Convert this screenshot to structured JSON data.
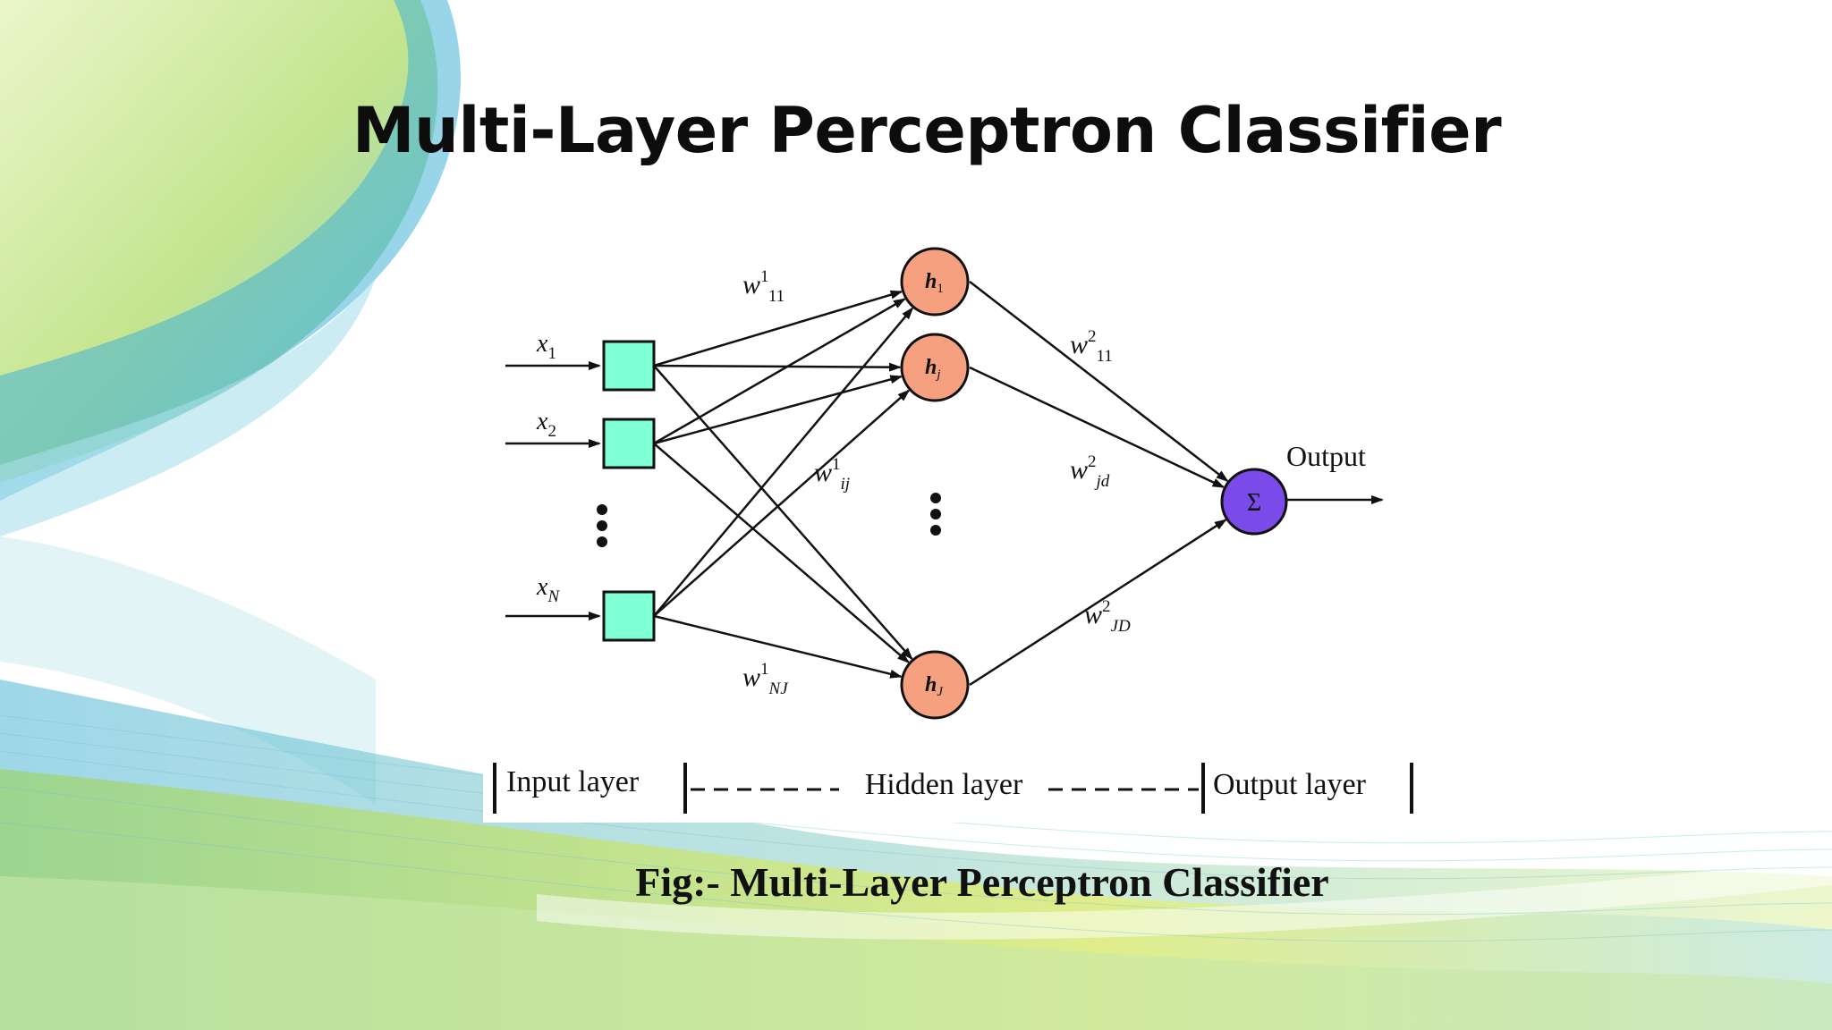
{
  "slide": {
    "title": "Multi-Layer Perceptron Classifier",
    "caption": "Fig:- Multi-Layer Perceptron Classifier"
  },
  "diagram": {
    "inputs": [
      {
        "base": "x",
        "sub": "1"
      },
      {
        "base": "x",
        "sub": "2"
      },
      {
        "base": "x",
        "sub": "N"
      }
    ],
    "hidden_nodes": [
      {
        "base": "h",
        "sub": "1"
      },
      {
        "base": "h",
        "sub": "j"
      },
      {
        "base": "h",
        "sub": "J"
      }
    ],
    "output_node": {
      "symbol": "Σ",
      "label": "Output"
    },
    "weights": {
      "w1_11": {
        "base": "w",
        "sup": "1",
        "sub": "11"
      },
      "w1_ij": {
        "base": "w",
        "sup": "1",
        "sub": "ij"
      },
      "w1_NJ": {
        "base": "w",
        "sup": "1",
        "sub": "NJ"
      },
      "w2_11": {
        "base": "w",
        "sup": "2",
        "sub": "11"
      },
      "w2_jd": {
        "base": "w",
        "sup": "2",
        "sub": "jd"
      },
      "w2_JD": {
        "base": "w",
        "sup": "2",
        "sub": "JD"
      }
    },
    "layer_labels": {
      "input": "Input layer",
      "hidden": "Hidden layer",
      "output": "Output layer"
    },
    "colors": {
      "input_fill": "#7FFFD4",
      "hidden_fill": "#F5A07E",
      "output_fill": "#7B4BEA"
    }
  }
}
